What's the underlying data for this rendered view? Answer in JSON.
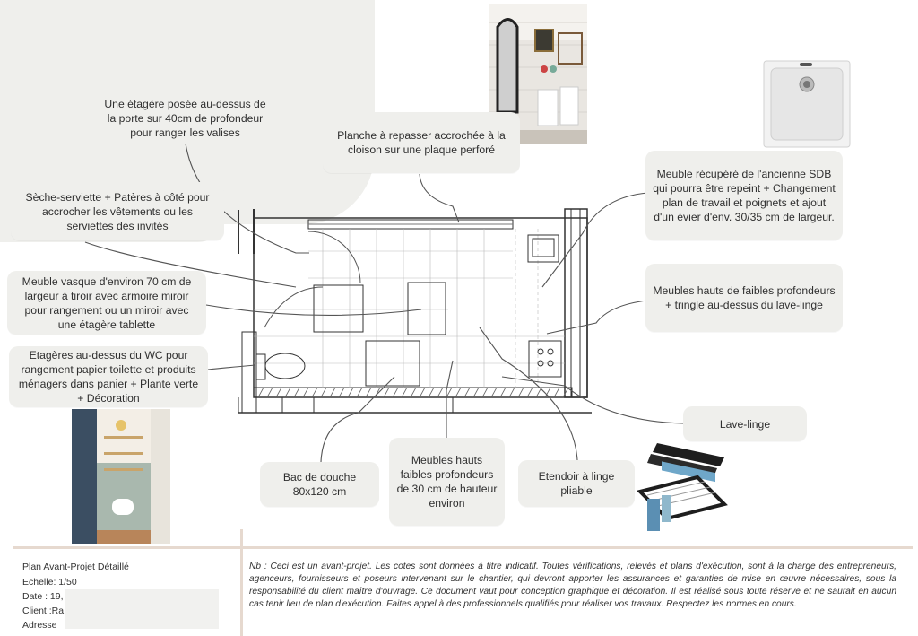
{
  "notes": {
    "shelf_suitcases": "Une étagère posée au-dessus de la porte sur 40cm de profondeur pour ranger les valises",
    "ironing_board": "Planche à repasser accrochée à la cloison sur une plaque perforé",
    "recovered_cabinet": "Meuble récupéré de l'ancienne SDB qui pourra être repeint + Changement plan de travail et poignets et ajout d'un évier d'env. 30/35 cm de largeur.",
    "towel_dryer": "Sèche-serviette + Patères à côté pour accrocher les vêtements ou les serviettes des invités",
    "vanity": "Meuble vasque d'environ 70 cm de largeur à tiroir avec armoire miroir pour rangement ou un miroir avec une étagère tablette",
    "high_cabinets_laundry": "Meubles hauts de faibles profondeurs + tringle au-dessus du lave-linge",
    "wc_shelves": "Etagères au-dessus du WC pour rangement papier toilette et produits ménagers dans panier + Plante verte + Décoration",
    "washing_machine": "Lave-linge",
    "shower_tray": "Bac de douche 80x120 cm",
    "high_cabinets_30": "Meubles hauts faibles profondeurs de 30 cm de hauteur environ",
    "drying_rack": "Etendoir à linge pliable"
  },
  "footer": {
    "plan_title": "Plan Avant-Projet Détaillé",
    "scale": "Echelle: 1/50",
    "date": "Date : 19,",
    "client": "Client :Ra",
    "address": "Adresse",
    "disclaimer": "Nb : Ceci est un avant-projet. Les cotes sont données à titre indicatif. Toutes vérifications, relevés et plans d'exécution, sont à la charge des entrepreneurs, agenceurs, fournisseurs et poseurs intervenant sur le chantier, qui devront apporter les assurances et garanties de mise en œuvre nécessaires, sous la responsabilité du client maître d'ouvrage. Ce document vaut pour conception graphique et décoration. Il est réalisé sous toute réserve et ne saurait en aucun cas tenir lieu de plan d'exécution. Faites appel à des professionnels qualifiés pour réaliser vos travaux. Respectez les normes en cours."
  },
  "colors": {
    "note_bg": "#efefec",
    "footer_rule": "#e6d9cf",
    "line": "#555555"
  }
}
